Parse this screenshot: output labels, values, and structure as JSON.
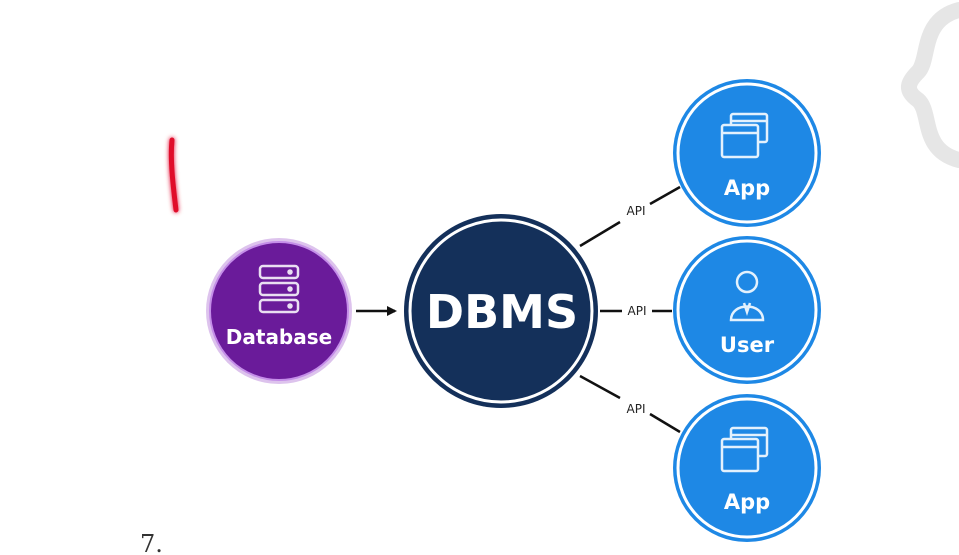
{
  "nodes": {
    "database": {
      "label": "Database",
      "icon": "server-stack-icon",
      "color": "#6a1b9a"
    },
    "dbms": {
      "label": "DBMS",
      "color": "#14305a"
    },
    "app_top": {
      "label": "App",
      "icon": "windows-icon",
      "color": "#1e88e5"
    },
    "user": {
      "label": "User",
      "icon": "user-icon",
      "color": "#1e88e5"
    },
    "app_bottom": {
      "label": "App",
      "icon": "windows-icon",
      "color": "#1e88e5"
    }
  },
  "edges": {
    "top": {
      "label": "API"
    },
    "middle": {
      "label": "API"
    },
    "bottom": {
      "label": "API"
    }
  },
  "annotations": {
    "red_mark_color": "#e0102a",
    "page_number": "7."
  }
}
